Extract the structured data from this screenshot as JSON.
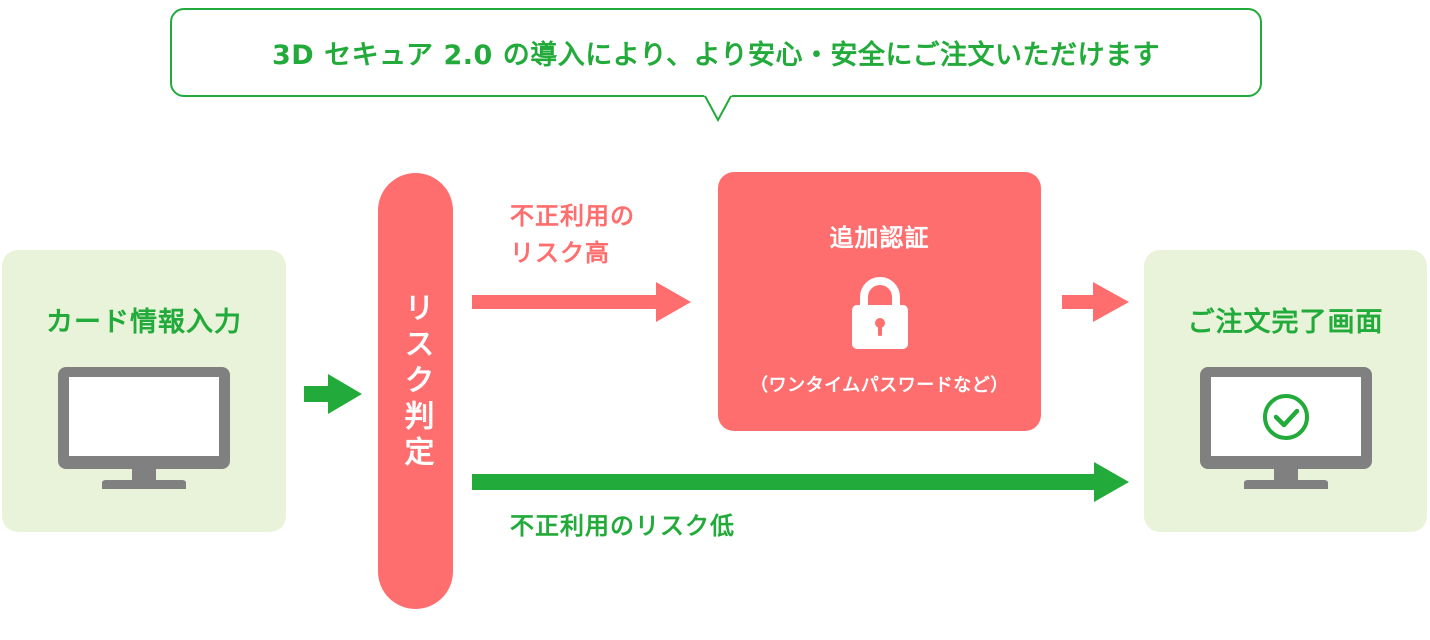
{
  "header": {
    "message": "3D セキュア 2.0 の導入により、より安心・安全にご注文いただけます"
  },
  "steps": {
    "card_input": {
      "title": "カード情報入力",
      "icon": "monitor-icon"
    },
    "risk_check": {
      "title": "リスク判定"
    },
    "high_risk": {
      "label_line1": "不正利用の",
      "label_line2": "リスク高"
    },
    "additional_auth": {
      "title": "追加認証",
      "icon": "lock-icon",
      "note": "（ワンタイムパスワードなど）"
    },
    "low_risk": {
      "label": "不正利用のリスク低"
    },
    "order_complete": {
      "title": "ご注文完了画面",
      "icon": "monitor-check-icon"
    }
  },
  "colors": {
    "green": "#22ab3a",
    "red": "#ff6e6e",
    "panel_bg": "#e8f3d9",
    "monitor_gray": "#808080"
  }
}
